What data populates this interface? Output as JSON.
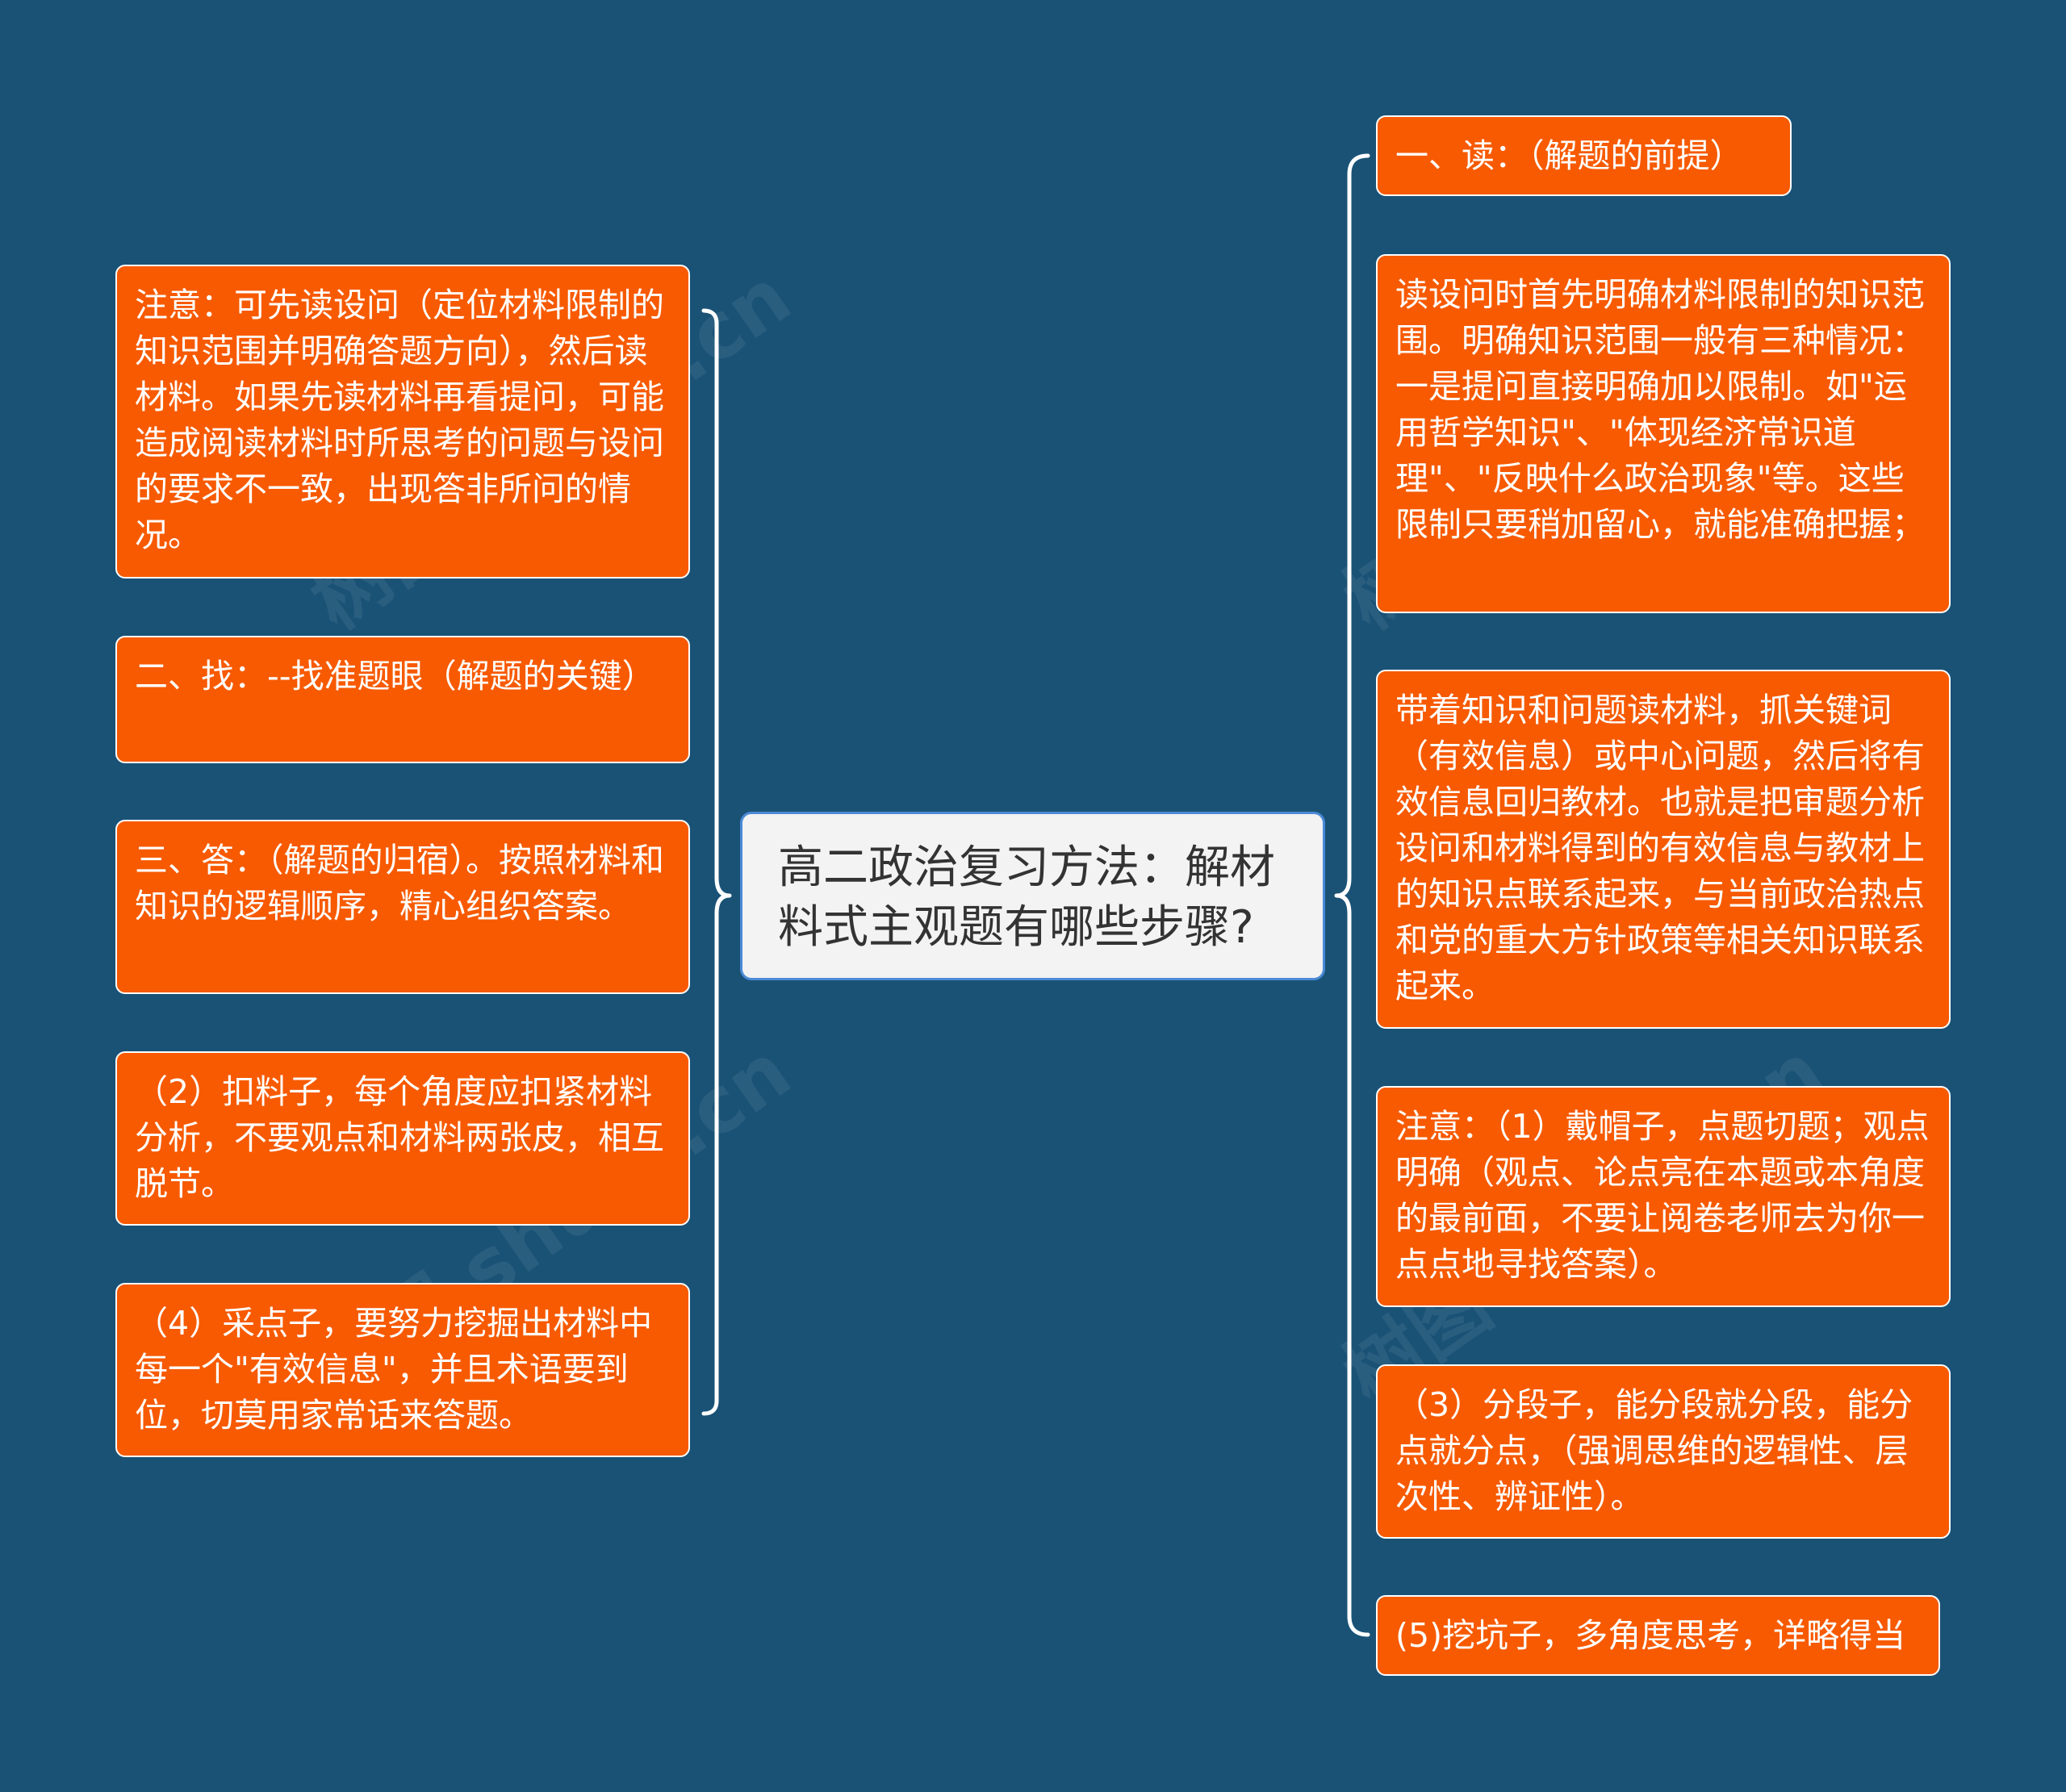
{
  "center": {
    "label": "高二政治复习方法：解材料式主观题有哪些步骤?"
  },
  "left_nodes": [
    {
      "text": "注意：可先读设问（定位材料限制的知识范围并明确答题方向），然后读材料。如果先读材料再看提问，可能造成阅读材料时所思考的问题与设问的要求不一致，出现答非所问的情况。"
    },
    {
      "text": "二、找：--找准题眼（解题的关键）"
    },
    {
      "text": "三、答：（解题的归宿）。按照材料和知识的逻辑顺序，精心组织答案。"
    },
    {
      "text": "（2）扣料子，每个角度应扣紧材料分析，不要观点和材料两张皮，相互脱节。"
    },
    {
      "text": "（4）采点子，要努力挖掘出材料中每一个\"有效信息\"，并且术语要到位，切莫用家常话来答题。"
    }
  ],
  "right_nodes": [
    {
      "text": "一、读：（解题的前提）"
    },
    {
      "text": "读设问时首先明确材料限制的知识范围。明确知识范围一般有三种情况：一是提问直接明确加以限制。如\"运用哲学知识\"、\"体现经济常识道理\"、\"反映什么政治现象\"等。这些限制只要稍加留心，就能准确把握；"
    },
    {
      "text": "带着知识和问题读材料，抓关键词（有效信息）或中心问题，然后将有效信息回归教材。也就是把审题分析设问和材料得到的有效信息与教材上的知识点联系起来，与当前政治热点和党的重大方针政策等相关知识联系起来。"
    },
    {
      "text": "注意：（1）戴帽子，点题切题；观点明确（观点、论点亮在本题或本角度的最前面，不要让阅卷老师去为你一点点地寻找答案）。"
    },
    {
      "text": "（3）分段子，能分段就分段，能分点就分点，（强调思维的逻辑性、层次性、辨证性）。"
    },
    {
      "text": "(5)挖坑子，多角度思考，详略得当"
    }
  ],
  "watermark": "树图 shutu.cn",
  "colors": {
    "background": "#1a5276",
    "node_fill": "#f75a00",
    "center_fill": "#f3f3f3",
    "center_border": "#4a8ad6",
    "connector": "#ffffff"
  }
}
